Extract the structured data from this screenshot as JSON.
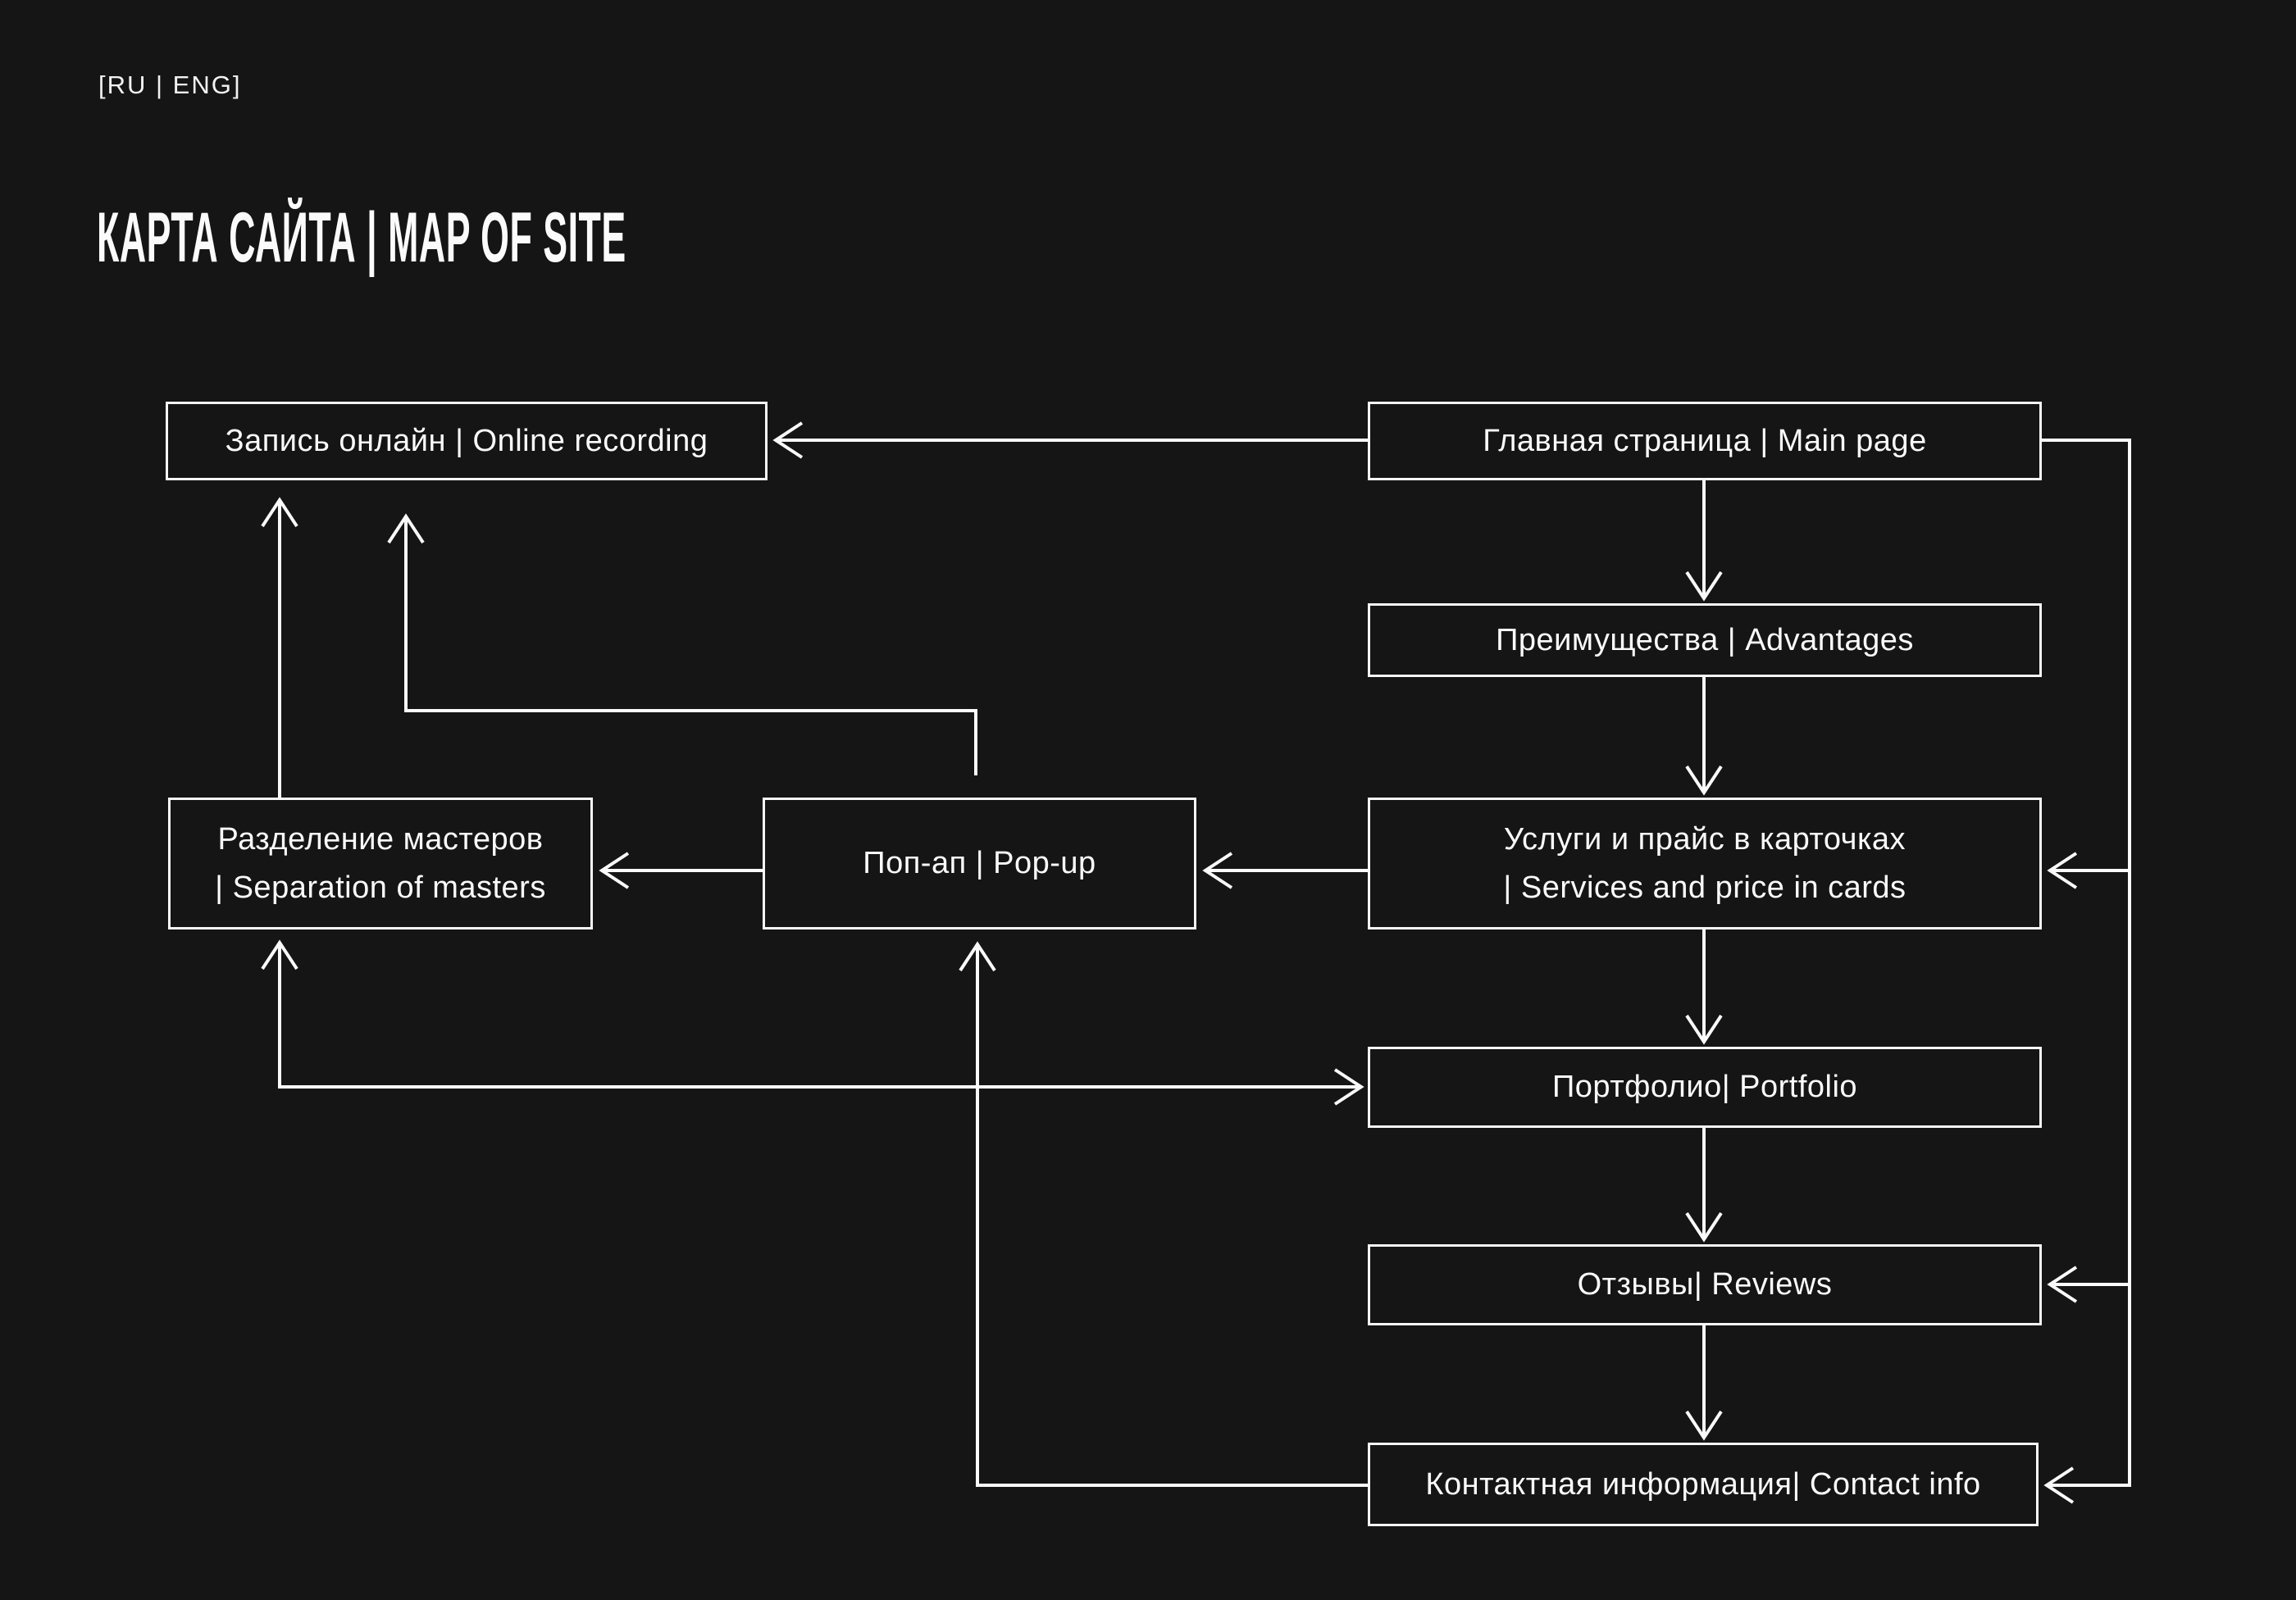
{
  "header": {
    "lang_switch": "[RU | ENG]",
    "title": "КАРТА САЙТА | MAP OF SITE"
  },
  "nodes": {
    "recording": {
      "lines": [
        "Запись онлайн | Online recording"
      ]
    },
    "main": {
      "lines": [
        "Главная страница | Main page"
      ]
    },
    "advantages": {
      "lines": [
        "Преимущества | Advantages"
      ]
    },
    "services": {
      "lines": [
        "Услуги и прайс в карточках",
        "| Services and price in cards"
      ]
    },
    "masters": {
      "lines": [
        "Разделение мастеров",
        "| Separation of masters"
      ]
    },
    "popup": {
      "lines": [
        "Поп-ап | Pop-up"
      ]
    },
    "portfolio": {
      "lines": [
        "Портфолио| Portfolio"
      ]
    },
    "reviews": {
      "lines": [
        "Отзывы| Reviews"
      ]
    },
    "contact": {
      "lines": [
        "Контактная информация| Contact info"
      ]
    }
  },
  "connections": [
    {
      "from": "main",
      "to": "recording"
    },
    {
      "from": "main",
      "to": "advantages"
    },
    {
      "from": "advantages",
      "to": "services"
    },
    {
      "from": "services",
      "to": "portfolio"
    },
    {
      "from": "portfolio",
      "to": "reviews"
    },
    {
      "from": "reviews",
      "to": "contact"
    },
    {
      "from": "main",
      "to": "services",
      "via": "right-rail"
    },
    {
      "from": "main",
      "to": "reviews",
      "via": "right-rail"
    },
    {
      "from": "main",
      "to": "contact",
      "via": "right-rail"
    },
    {
      "from": "services",
      "to": "popup"
    },
    {
      "from": "popup",
      "to": "masters"
    },
    {
      "from": "masters",
      "to": "recording"
    },
    {
      "from": "popup",
      "to": "recording"
    },
    {
      "from": "masters",
      "to": "portfolio",
      "bidirectional": true
    },
    {
      "from": "contact",
      "to": "popup"
    }
  ],
  "colors": {
    "background": "#151515",
    "line": "#fafafa",
    "text": "#fbfbfb"
  }
}
